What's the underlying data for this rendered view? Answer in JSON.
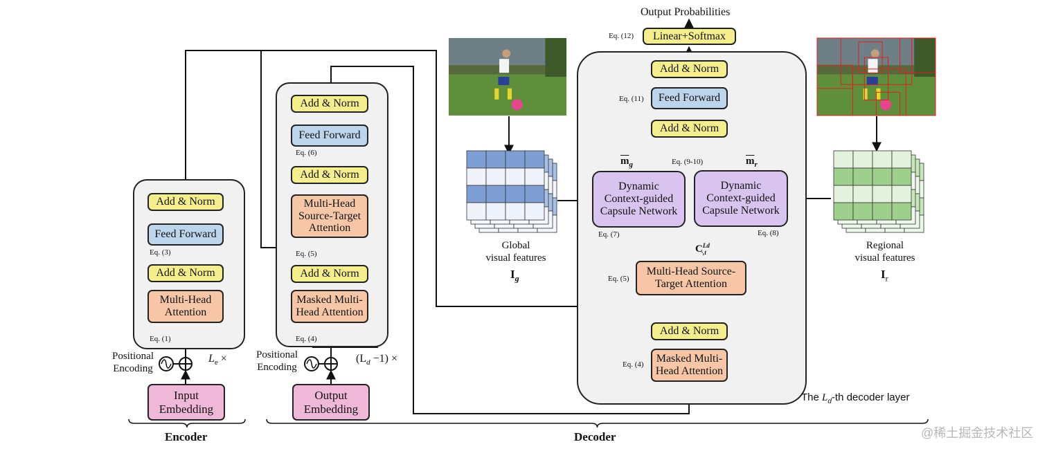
{
  "encoder": {
    "add_norm_top": "Add & Norm",
    "feed_forward": "Feed Forward",
    "add_norm_bottom": "Add & Norm",
    "multi_head": "Multi-Head\nAttention",
    "eq1": "Eq. (1)",
    "eq3": "Eq. (3)",
    "repeat": "L",
    "repeat_sub": "e",
    "repeat_suffix": " ×",
    "positional": "Positional\nEncoding",
    "input_embedding": "Input\nEmbedding",
    "label": "Encoder"
  },
  "decoder_stack": {
    "add_norm_top": "Add & Norm",
    "feed_forward": "Feed Forward",
    "eq6": "Eq. (6)",
    "add_norm_mid": "Add & Norm",
    "source_target": "Multi-Head\nSource-Target\nAttention",
    "eq5": "Eq. (5)",
    "add_norm_bottom": "Add & Norm",
    "masked": "Masked Multi-\nHead Attention",
    "eq4": "Eq. (4)",
    "repeat": "(L",
    "repeat_sub": "d",
    "repeat_suffix": " −1) ×",
    "positional": "Positional\nEncoding",
    "output_embedding": "Output\nEmbedding",
    "label": "Decoder"
  },
  "visual": {
    "global_label": "Global\nvisual  features",
    "global_symbol": "I",
    "global_sub": "g",
    "regional_label": "Regional\nvisual  features",
    "regional_symbol": "I",
    "regional_sub": "r"
  },
  "last_layer": {
    "output_probs": "Output Probabilities",
    "eq12": "Eq. (12)",
    "linear_softmax": "Linear+Softmax",
    "add_norm_top": "Add & Norm",
    "eq11": "Eq. (11)",
    "feed_forward": "Feed Forward",
    "add_norm_mid": "Add & Norm",
    "eq9_10": "Eq. (9-10)",
    "m_g": "m",
    "m_g_sub": "g",
    "m_r": "m",
    "m_r_sub": "r",
    "capsule_left": "Dynamic\nContext-guided\nCapsule Network",
    "capsule_right": "Dynamic\nContext-guided\nCapsule Network",
    "eq7": "Eq. (7)",
    "eq8": "Eq. (8)",
    "c_symbol": "C",
    "c_sup": "Ld",
    "c_sub": "·,t",
    "source_target": "Multi-Head Source-\nTarget Attention",
    "eq5": "Eq. (5)",
    "add_norm_bottom": "Add & Norm",
    "masked": "Masked Multi-\nHead Attention",
    "eq4": "Eq. (4)",
    "caption_pre": "The ",
    "caption_L": "L",
    "caption_sub": "d",
    "caption_post": "-th  decoder layer"
  },
  "watermark": "@稀土掘金技术社区",
  "colors": {
    "yellow": "#f4ee8c",
    "blue": "#bcd4ec",
    "orange": "#f6c6a6",
    "pink": "#efb8d8",
    "purple": "#d8c4ee",
    "global_feature": "#7f9fd4",
    "regional_feature": "#9fcf8c",
    "region_box": "#e02020"
  }
}
